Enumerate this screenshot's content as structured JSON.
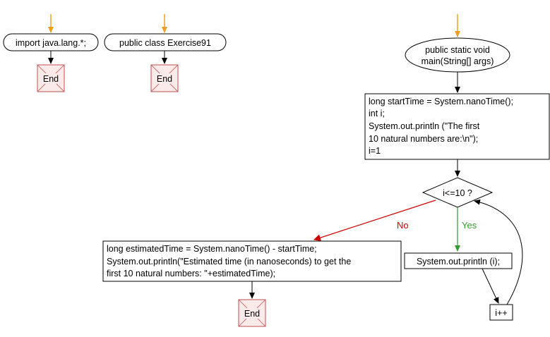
{
  "flowchart": {
    "import_node": {
      "text": "import java.lang.*;"
    },
    "import_end": {
      "text": "End"
    },
    "class_node": {
      "text": "public class Exercise91"
    },
    "class_end": {
      "text": "End"
    },
    "main_node": {
      "lines": [
        "public static void",
        "main(String[] args)"
      ]
    },
    "init_block": {
      "lines": [
        "long startTime = System.nanoTime();",
        "int i;",
        "System.out.println (\"The first",
        "10 natural numbers are:\\n\");",
        "i=1"
      ]
    },
    "condition": {
      "text": "i<=10 ?"
    },
    "no_label": {
      "text": "No",
      "color": "#cc0000"
    },
    "yes_label": {
      "text": "Yes",
      "color": "#339933"
    },
    "print_block": {
      "text": "System.out.println (i);"
    },
    "increment_block": {
      "text": "i++"
    },
    "final_block": {
      "lines": [
        "long estimatedTime = System.nanoTime() - startTime;",
        "System.out.println(\"Estimated time (in nanoseconds) to get the",
        "first 10 natural numbers: \"+estimatedTime);"
      ]
    },
    "final_end": {
      "text": "End"
    },
    "colors": {
      "start_arrow": "#f0a020",
      "end_border": "#c0504d",
      "end_fill": "#fbeaea",
      "node_border": "#000000"
    }
  }
}
